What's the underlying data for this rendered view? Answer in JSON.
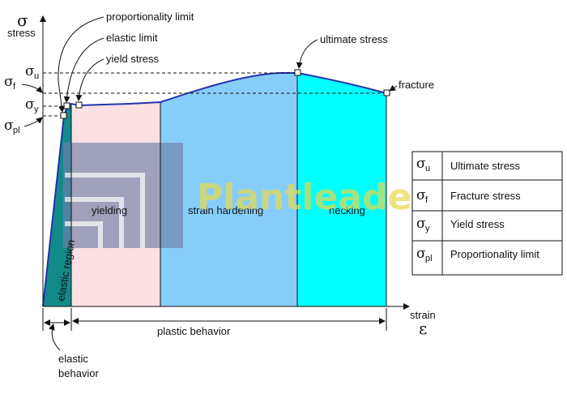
{
  "axes": {
    "y_symbol": "σ",
    "y_label": "stress",
    "x_label": "strain",
    "x_symbol": "ε"
  },
  "y_ticks": [
    {
      "sym": "σ",
      "sub": "u"
    },
    {
      "sym": "σ",
      "sub": "f"
    },
    {
      "sym": "σ",
      "sub": "y"
    },
    {
      "sym": "σ",
      "sub": "pl"
    }
  ],
  "callouts": {
    "proportionality_limit": "proportionality limit",
    "elastic_limit": "elastic limit",
    "yield_stress": "yield stress",
    "ultimate_stress": "ultimate stress",
    "fracture": "fracture"
  },
  "regions": {
    "elastic": "elastic region",
    "yielding": "yielding",
    "strain_hardening": "strain hardening",
    "necking": "necking"
  },
  "behaviors": {
    "plastic": "plastic behavior",
    "elastic_line1": "elastic",
    "elastic_line2": "behavior"
  },
  "legend": [
    {
      "sym": "σ",
      "sub": "u",
      "label": "Ultimate stress"
    },
    {
      "sym": "σ",
      "sub": "f",
      "label": "Fracture stress"
    },
    {
      "sym": "σ",
      "sub": "y",
      "label": "Yield stress"
    },
    {
      "sym": "σ",
      "sub": "pl",
      "label": "Proportionality limit"
    }
  ],
  "watermark": "Plantleader.com",
  "colors": {
    "elastic_fill": "#138a8a",
    "yielding_fill": "#fde0e2",
    "hardening_fill": "#87cdfa",
    "necking_fill": "#00ffff",
    "curve": "#2233aa",
    "watermark_box": "#6e7fa8",
    "watermark_text": "#e8d84a"
  }
}
